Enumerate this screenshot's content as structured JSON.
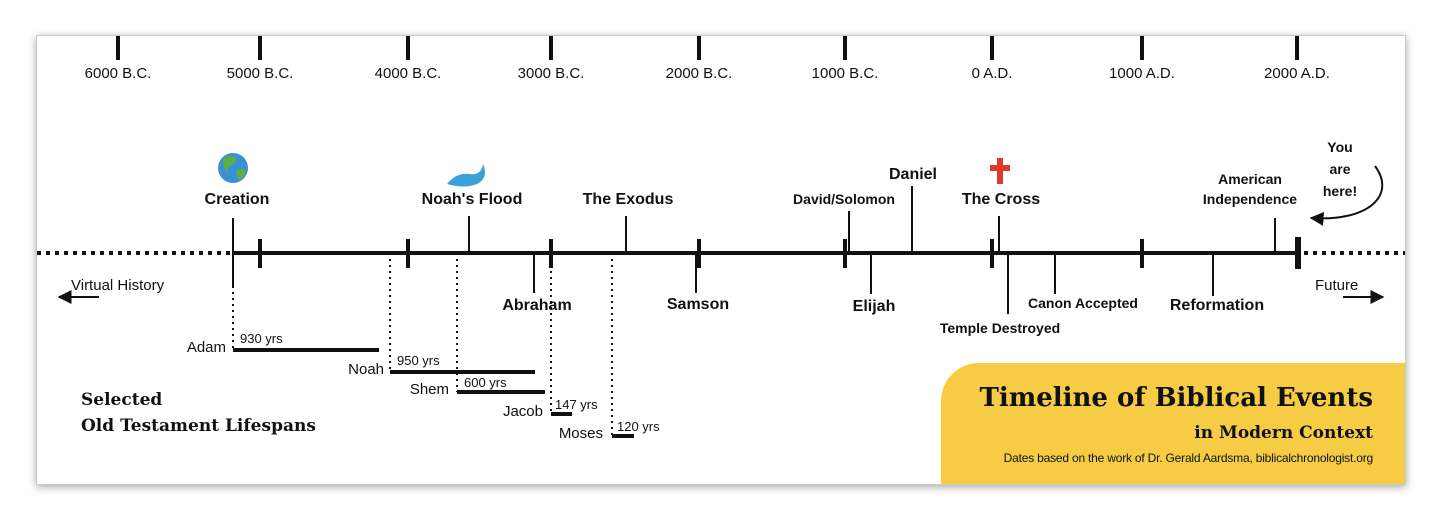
{
  "eras": [
    "6000 B.C.",
    "5000 B.C.",
    "4000 B.C.",
    "3000 B.C.",
    "2000 B.C.",
    "1000 B.C.",
    "0 A.D.",
    "1000 A.D.",
    "2000 A.D."
  ],
  "events": {
    "creation": "Creation",
    "noahs_flood": "Noah's Flood",
    "the_exodus": "The Exodus",
    "david_solomon": "David/Solomon",
    "daniel": "Daniel",
    "the_cross": "The Cross",
    "american_independence_1": "American",
    "american_independence_2": "Independence",
    "you_are_here_1": "You",
    "you_are_here_2": "are",
    "you_are_here_3": "here!",
    "abraham": "Abraham",
    "samson": "Samson",
    "elijah": "Elijah",
    "temple_destroyed": "Temple Destroyed",
    "canon_accepted": "Canon Accepted",
    "reformation": "Reformation"
  },
  "directions": {
    "past": "Virtual History",
    "future": "Future"
  },
  "lifespans": [
    {
      "name": "Adam",
      "years": "930 yrs"
    },
    {
      "name": "Noah",
      "years": "950 yrs"
    },
    {
      "name": "Shem",
      "years": "600 yrs"
    },
    {
      "name": "Jacob",
      "years": "147 yrs"
    },
    {
      "name": "Moses",
      "years": "120 yrs"
    }
  ],
  "lifespans_heading": {
    "line1": "Selected",
    "line2": "Old Testament Lifespans"
  },
  "title": {
    "main": "Timeline of Biblical Events",
    "sub": "in Modern Context",
    "credit": "Dates based on the work of Dr. Gerald Aardsma, biblicalchronologist.org"
  },
  "icons": {
    "creation": "globe-icon",
    "flood": "wave-icon",
    "cross": "cross-icon"
  },
  "colors": {
    "cross": "#e0392c",
    "wave": "#3aa2d8",
    "globe_ocean": "#3b8fd6",
    "globe_land": "#5cae45",
    "title_panel": "#f6cc45"
  }
}
